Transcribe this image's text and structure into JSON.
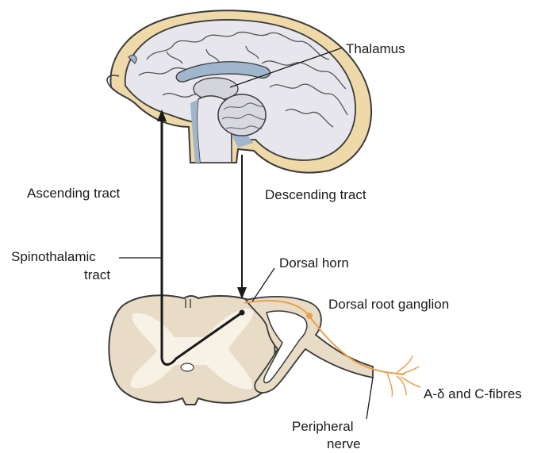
{
  "labels": {
    "thalamus": "Thalamus",
    "ascending_tract": "Ascending tract",
    "descending_tract": "Descending tract",
    "spinothalamic_line1": "Spinothalamic",
    "spinothalamic_line2": "tract",
    "dorsal_horn": "Dorsal horn",
    "dorsal_root_ganglion": "Dorsal root ganglion",
    "fibres": "A-δ and C-fibres",
    "peripheral_line1": "Peripheral",
    "peripheral_line2": "nerve"
  },
  "colors": {
    "brain_tissue": "#e6e6ec",
    "brain_outline": "#3a3a3a",
    "ventricle_blue": "#9fb6cc",
    "skull_tan": "#efd9a8",
    "cord_beige": "#e8dcc6",
    "grey_matter": "#f7f1e6",
    "nerve_orange": "#e8a04a",
    "pathway": "#1a1a1a"
  }
}
